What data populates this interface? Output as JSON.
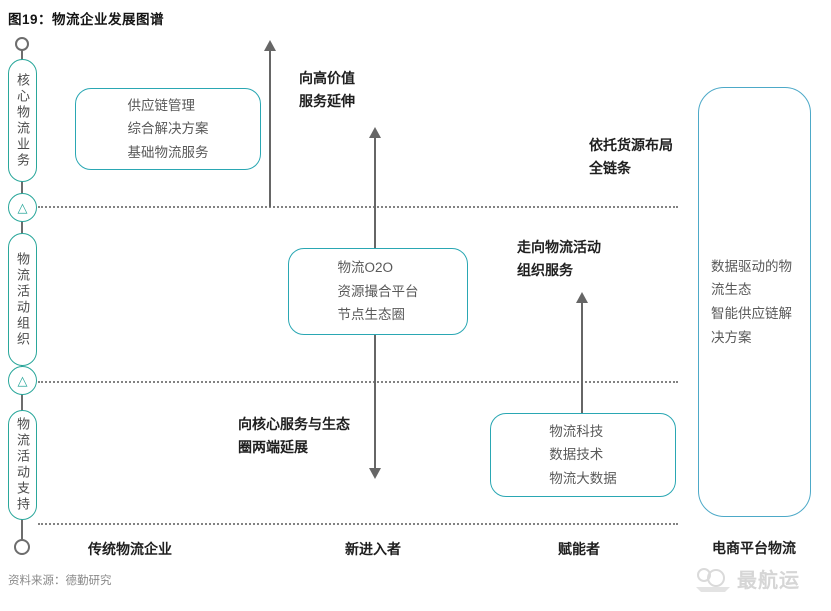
{
  "title": "图19：物流企业发展图谱",
  "axis": {
    "segments": {
      "core": "核心物流业务",
      "organize": "物流活动组织",
      "support": "物流活动支持"
    },
    "triangle_glyph": "△"
  },
  "boxes": {
    "traditional": [
      "供应链管理",
      "综合解决方案",
      "基础物流服务"
    ],
    "newcomer": [
      "物流O2O",
      "资源撮合平台",
      "节点生态圈"
    ],
    "enabler": [
      "物流科技",
      "数据技术",
      "物流大数据"
    ],
    "ecommerce": [
      "数据驱动的物流生态",
      "智能供应链解决方案"
    ]
  },
  "annotations": {
    "high_value": "向高价值\n服务延伸",
    "cargo_layout": "依托货源布局\n全链条",
    "activity_org": "走向物流活动\n组织服务",
    "core_extend": "向核心服务与生态\n圈两端延展"
  },
  "bottom_labels": {
    "traditional": "传统物流企业",
    "newcomer": "新进入者",
    "enabler": "赋能者",
    "ecommerce": "电商平台物流"
  },
  "source": "资料来源：德勤研究",
  "watermark": "最航运",
  "colors": {
    "pill_border": "#2aa79b",
    "box_border": "#2aa7b3",
    "tall_box_border": "#4da9c8",
    "arrow": "#666666",
    "dotted_line": "#828282",
    "box_text": "#595959",
    "bold_text": "#1f1f1f",
    "source_text": "#8a8a8a",
    "watermark_text": "#d6d6d6"
  }
}
